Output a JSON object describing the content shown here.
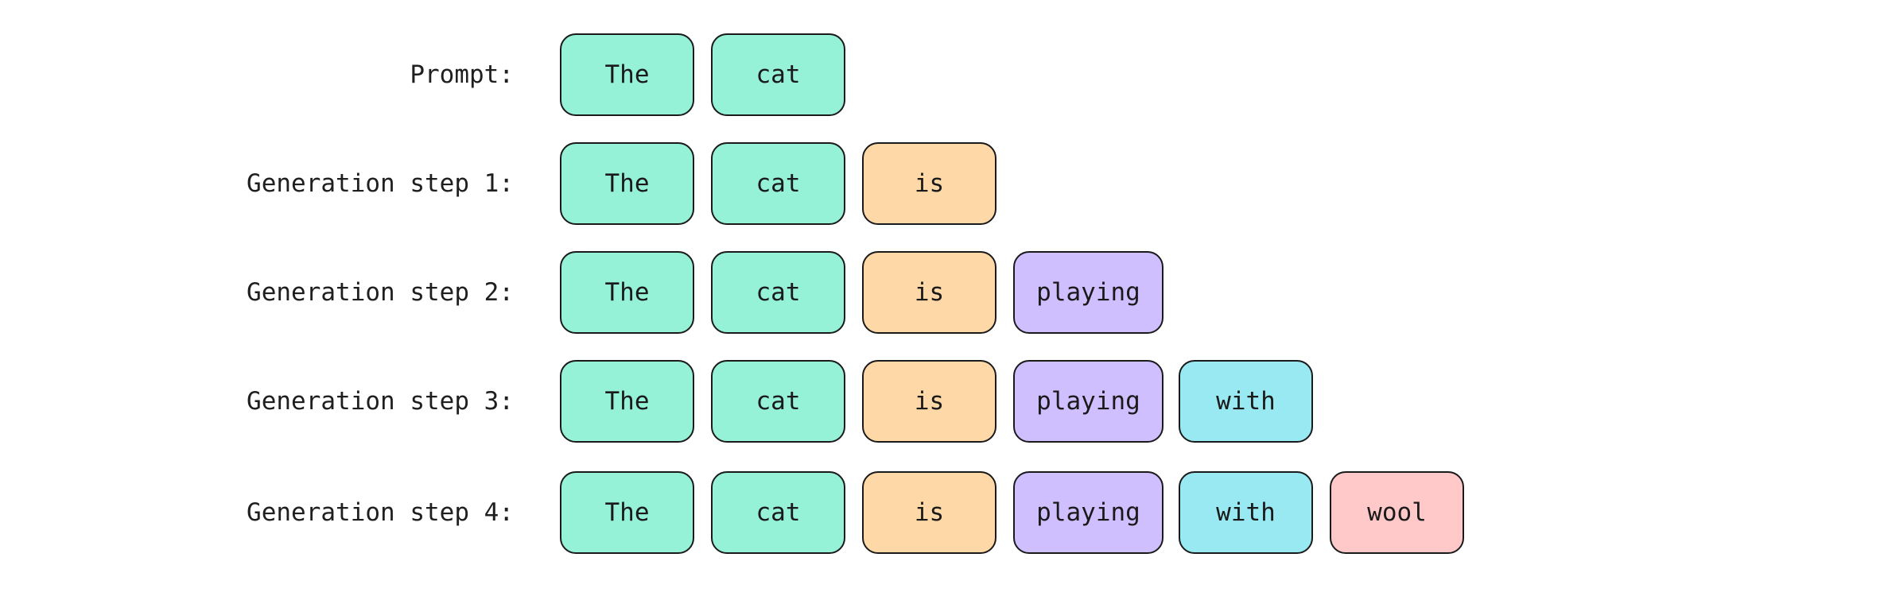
{
  "colors": {
    "The": "#96f2d7",
    "cat": "#96f2d7",
    "is": "#ffd8a8",
    "playing": "#d0bfff",
    "with": "#99e9f2",
    "wool": "#ffc9c9"
  },
  "rows": [
    {
      "label": "Prompt:",
      "tokens": [
        "The",
        "cat"
      ]
    },
    {
      "label": "Generation step 1:",
      "tokens": [
        "The",
        "cat",
        "is"
      ]
    },
    {
      "label": "Generation step 2:",
      "tokens": [
        "The",
        "cat",
        "is",
        "playing"
      ]
    },
    {
      "label": "Generation step 3:",
      "tokens": [
        "The",
        "cat",
        "is",
        "playing",
        "with"
      ]
    },
    {
      "label": "Generation step 4:",
      "tokens": [
        "The",
        "cat",
        "is",
        "playing",
        "with",
        "wool"
      ]
    }
  ]
}
